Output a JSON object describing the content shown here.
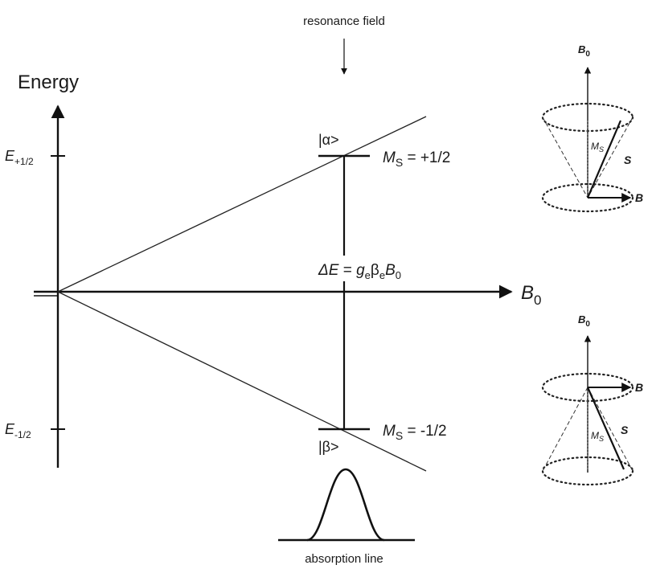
{
  "diagram": {
    "top_label": "resonance field",
    "bottom_label": "absorption line",
    "y_axis_label": "Energy",
    "x_axis_label": "B",
    "x_axis_subscript": "0",
    "energy_upper": {
      "main": "E",
      "sub": "+1/2"
    },
    "energy_lower": {
      "main": "E",
      "sub": "-1/2"
    },
    "ket_alpha": "|α>",
    "ket_beta": "|β>",
    "ms_upper": {
      "symbol": "M",
      "sub": "S",
      "value": " = +1/2"
    },
    "ms_lower": {
      "symbol": "M",
      "sub": "S",
      "value": " = -1/2"
    },
    "delta_e": {
      "delta": "ΔE",
      "eq": " = ",
      "g": "g",
      "g_sub": "e",
      "beta": "β",
      "beta_sub": "e",
      "b": "B",
      "b_sub": "0"
    },
    "cone_upper": {
      "axis": "B",
      "axis_sub": "0",
      "spin": "S",
      "ms": "M",
      "ms_sub": "S",
      "field": "B"
    },
    "cone_lower": {
      "axis": "B",
      "axis_sub": "0",
      "spin": "S",
      "ms": "M",
      "ms_sub": "S",
      "field": "B"
    }
  }
}
